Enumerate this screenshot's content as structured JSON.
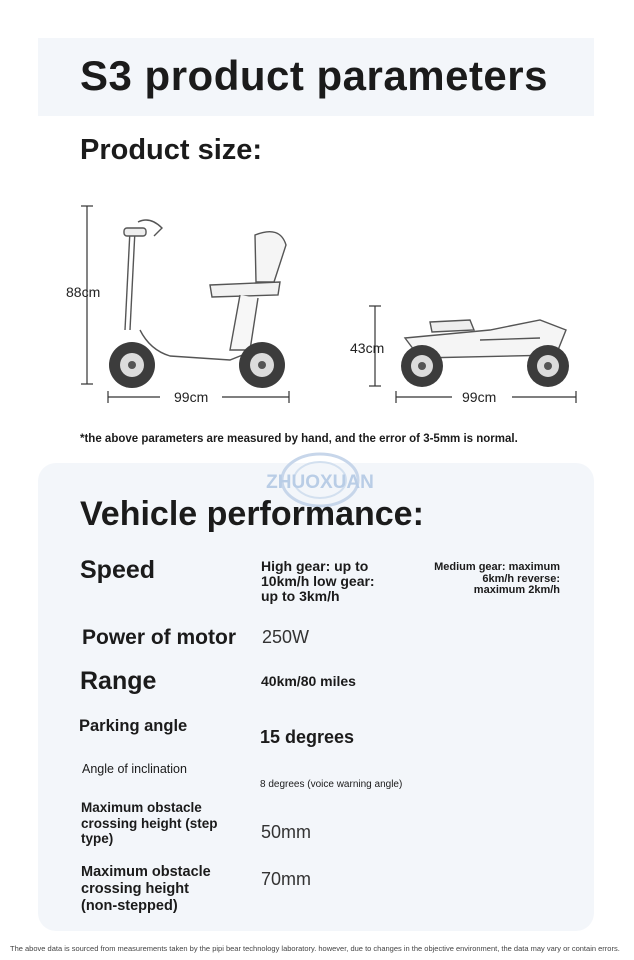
{
  "header": {
    "title": "S3 product parameters"
  },
  "size_section": {
    "title": "Product size:",
    "unfolded": {
      "height": "88cm",
      "length": "99cm"
    },
    "folded": {
      "height": "43cm",
      "length": "99cm"
    },
    "note": "*the above parameters are measured by hand, and the error of 3-5mm is normal."
  },
  "watermark": {
    "text": "ZHUOXUAN"
  },
  "performance": {
    "title": "Vehicle performance:",
    "speed": {
      "label": "Speed",
      "value_lines": [
        "High gear: up to",
        "10km/h low gear:",
        "up to 3km/h"
      ],
      "extra_lines": [
        "Medium gear: maximum",
        "6km/h reverse:",
        "maximum 2km/h"
      ]
    },
    "motor": {
      "label": "Power of motor",
      "value": "250W"
    },
    "range": {
      "label": "Range",
      "value": "40km/80 miles"
    },
    "parking": {
      "label": "Parking angle",
      "value": "15 degrees"
    },
    "incline": {
      "label": "Angle of inclination",
      "value": "8 degrees (voice warning angle)"
    },
    "obstacle_step": {
      "label_lines": [
        "Maximum obstacle",
        "crossing height (step",
        "type)"
      ],
      "value": "50mm"
    },
    "obstacle_nonstep": {
      "label_lines": [
        "Maximum obstacle",
        "crossing height",
        "(non-stepped)"
      ],
      "value": "70mm"
    }
  },
  "footer": {
    "text": "The above data is sourced from measurements taken by the pipi bear technology laboratory. however, due to changes in the objective environment, the data may vary or contain errors."
  }
}
